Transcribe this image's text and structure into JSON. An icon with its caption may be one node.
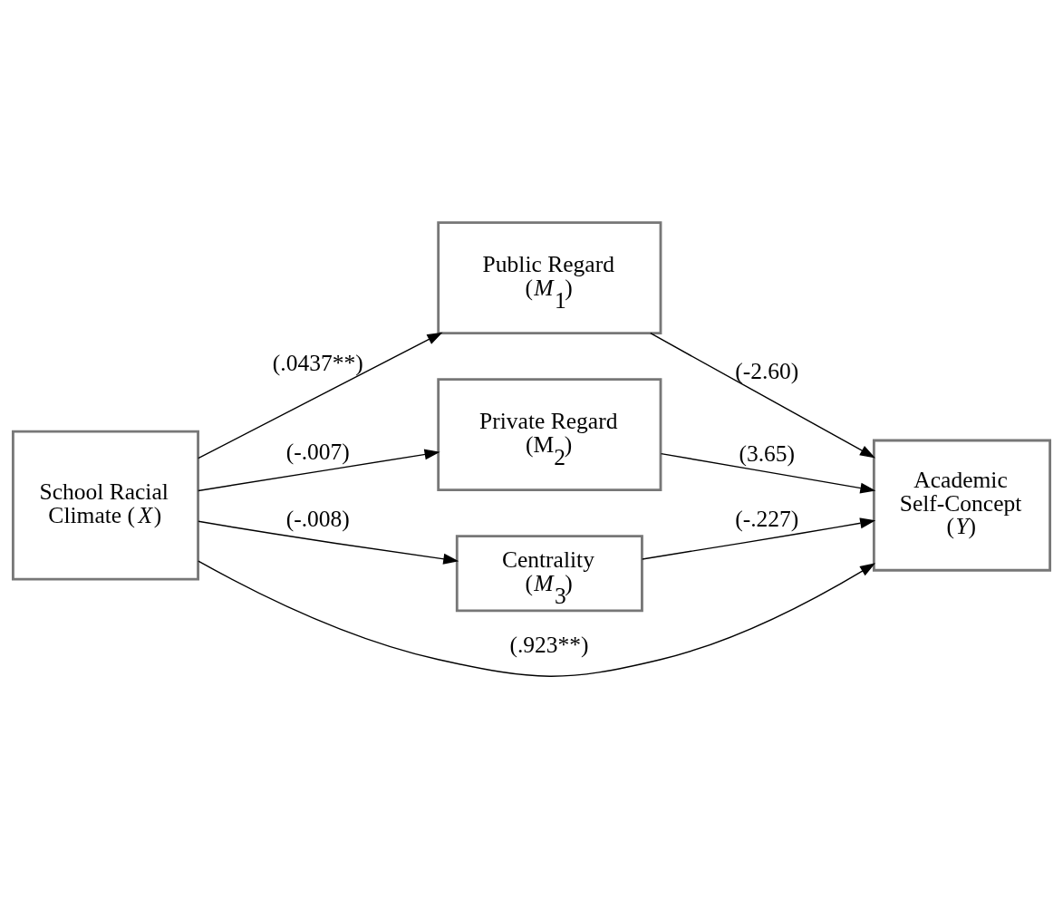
{
  "diagram": {
    "nodes": [
      {
        "text": [
          "School Racial Climate (*X*)"
        ]
      },
      {
        "text": [
          "Public Regard",
          "(*M*$_{1}$)"
        ]
      },
      {
        "text": [
          "Private Regard",
          "(M$_{2}$)"
        ]
      },
      {
        "text": [
          "Centrality",
          "(*M*$_{3}$)"
        ]
      },
      {
        "text": [
          "Academic Self-Concept (*Y*)"
        ]
      }
    ],
    "edges": [
      {
        "from": 0,
        "to": 1,
        "arrow": "to",
        "label": "(.0437**)"
      },
      {
        "from": 0,
        "to": 2,
        "arrow": "to",
        "label": "(-.007)"
      },
      {
        "from": 0,
        "to": 4,
        "arrow": "to",
        "label": "(.923**)"
      },
      {
        "from": 0,
        "to": 3,
        "arrow": "to",
        "label": "(-.008)"
      },
      {
        "from": 1,
        "to": 4,
        "arrow": "to",
        "label": "(-2.60)"
      },
      {
        "from": 2,
        "to": 4,
        "arrow": "to",
        "label": "(3.65)"
      },
      {
        "from": 3,
        "to": 4,
        "arrow": "to",
        "label": "(-.227)"
      }
    ]
  }
}
